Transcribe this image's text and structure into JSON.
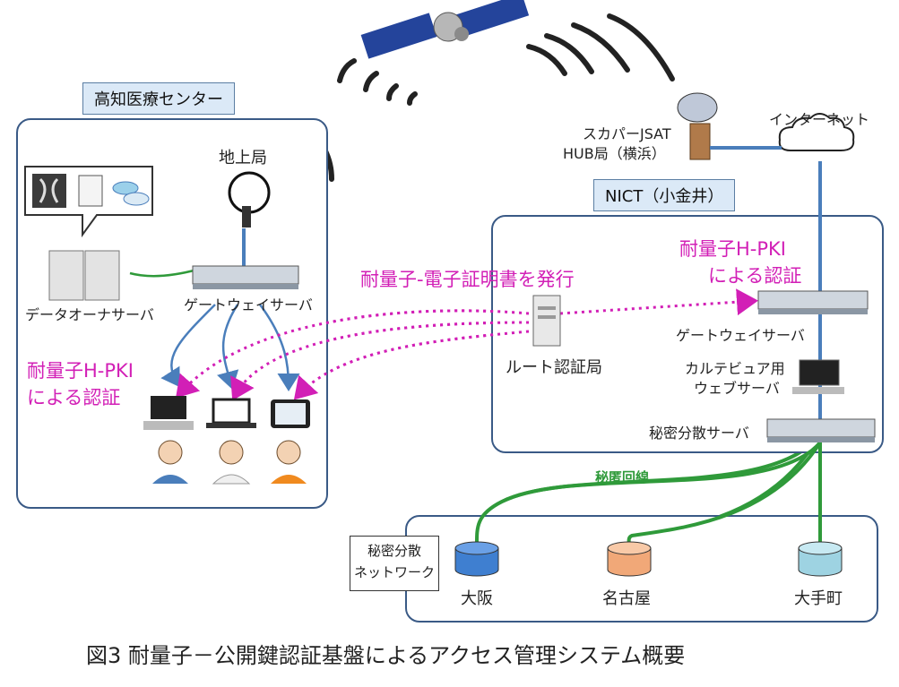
{
  "regions": {
    "kochi": "高知医療センター",
    "nict": "NICT（小金井）"
  },
  "labels": {
    "ground_station": "地上局",
    "data_owner_server": "データオーナサーバ",
    "gateway_server_left": "ゲートウェイサーバ",
    "skyperfect_line1": "スカパーJSAT",
    "skyperfect_line2": "HUB局（横浜）",
    "internet": "インターネット",
    "gateway_server_right": "ゲートウェイサーバ",
    "carte_line1": "カルテビュア用",
    "carte_line2": "ウェブサーバ",
    "secret_server": "秘密分散サーバ",
    "root_ca": "ルート認証局",
    "secret_line": "秘匿回線",
    "network_line1": "秘密分散",
    "network_line2": "ネットワーク",
    "osaka": "大阪",
    "nagoya": "名古屋",
    "otemachi": "大手町"
  },
  "magenta": {
    "issue": "耐量子-電子証明書を発行",
    "auth_left_1": "耐量子H-PKI",
    "auth_left_2": "による認証",
    "auth_right_1": "耐量子H-PKI",
    "auth_right_2": "による認証"
  },
  "caption": "図3 耐量子－公開鍵認証基盤によるアクセス管理システム概要",
  "colors": {
    "magenta": "#d21fb6",
    "green": "#2f9a3a",
    "blue_line": "#4a7ebb",
    "panel_border": "#3a5a86",
    "label_fill": "#dbe9f7"
  }
}
